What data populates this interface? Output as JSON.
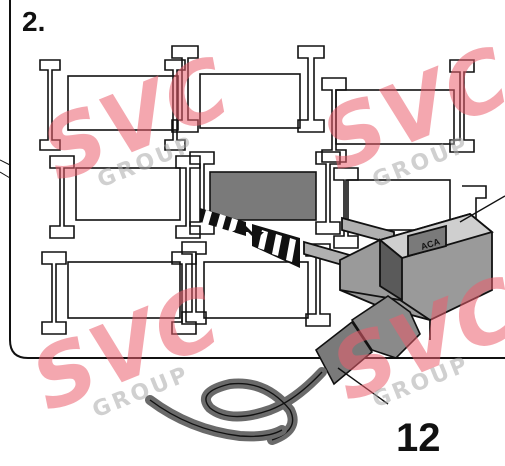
{
  "figure": {
    "step_label": "2.",
    "callout_number": "12",
    "connector_marking": "ACA"
  },
  "watermark": {
    "brand": "SVC",
    "subtext": "GROUP",
    "color": "#eb5f6e"
  },
  "colors": {
    "line": "#111111",
    "highlighted_fuse_slot": "#7a7a7a",
    "cable": "#8a8a8a",
    "connector_body": "#9a9a9a",
    "connector_top": "#cfcfcf"
  }
}
